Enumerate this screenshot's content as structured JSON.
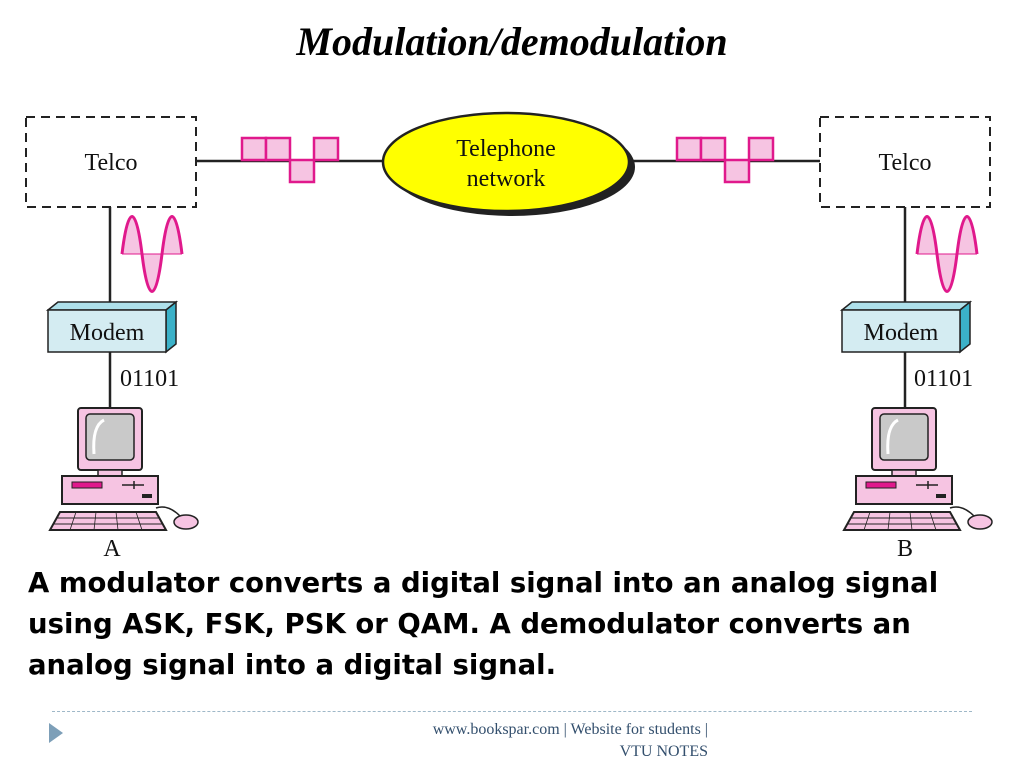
{
  "title": "Modulation/demodulation",
  "diagram": {
    "telco_left": "Telco",
    "telco_right": "Telco",
    "network_line1": "Telephone",
    "network_line2": "network",
    "modem_left": "Modem",
    "modem_right": "Modem",
    "bits_left": "01101",
    "bits_right": "01101",
    "station_left": "A",
    "station_right": "B"
  },
  "caption": "A modulator converts a digital signal into an analog signal using ASK, FSK, PSK or QAM. A demodulator converts an analog signal into a digital signal.",
  "footer": {
    "line1": "www.bookspar.com | Website for students |",
    "line2": "VTU NOTES"
  },
  "colors": {
    "signal": "#e0198c",
    "signal_fill": "#f6c4e2",
    "network_fill": "#ffff00",
    "modem_fill": "#d4ecf2",
    "footer_accent": "#7d9fb8"
  }
}
